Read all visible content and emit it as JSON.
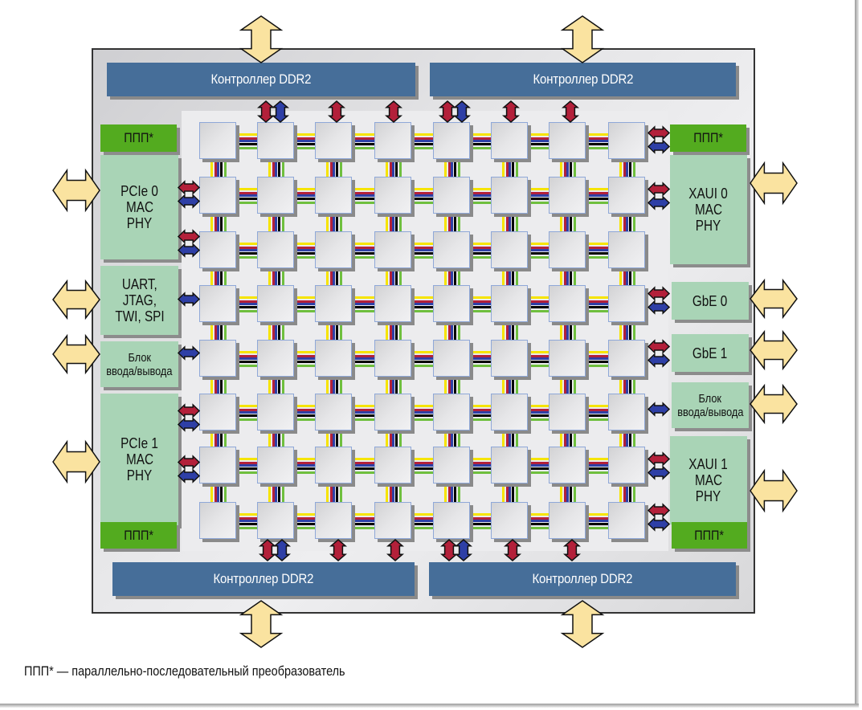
{
  "ddr_controllers": [
    {
      "id": "top-left",
      "label": "Контроллер DDR2"
    },
    {
      "id": "top-right",
      "label": "Контроллер DDR2"
    },
    {
      "id": "bottom-left",
      "label": "Контроллер DDR2"
    },
    {
      "id": "bottom-right",
      "label": "Контроллер DDR2"
    }
  ],
  "left_blocks": [
    {
      "id": "ppp-top-left",
      "label": "ППП*"
    },
    {
      "id": "pcie0",
      "lines": [
        "PCIe 0",
        "MAC",
        "PHY"
      ]
    },
    {
      "id": "uart",
      "lines": [
        "UART,",
        "JTAG,",
        "TWI, SPI"
      ]
    },
    {
      "id": "io-left",
      "lines": [
        "Блок",
        "ввода/вывода"
      ]
    },
    {
      "id": "pcie1",
      "lines": [
        "PCIe 1",
        "MAC",
        "PHY"
      ]
    },
    {
      "id": "ppp-bottom-left",
      "label": "ППП*"
    }
  ],
  "right_blocks": [
    {
      "id": "ppp-top-right",
      "label": "ППП*"
    },
    {
      "id": "xaui0",
      "lines": [
        "XAUI 0",
        "MAC",
        "PHY"
      ]
    },
    {
      "id": "gbe0",
      "lines": [
        "GbE 0"
      ]
    },
    {
      "id": "gbe1",
      "lines": [
        "GbE 1"
      ]
    },
    {
      "id": "io-right",
      "lines": [
        "Блок",
        "ввода/вывода"
      ]
    },
    {
      "id": "xaui1",
      "lines": [
        "XAUI 1",
        "MAC",
        "PHY"
      ]
    },
    {
      "id": "ppp-bottom-right",
      "label": "ППП*"
    }
  ],
  "mesh": {
    "rows": 8,
    "cols": 8,
    "bus_colors": [
      "#f6e400",
      "#b3203a",
      "#2e3fa6",
      "#000000",
      "#6fbf3e"
    ]
  },
  "colors": {
    "ddr": "#466e99",
    "block": "#a9d4b6",
    "ppp": "#53ab1f",
    "io_arrow": "#fae3a0",
    "red_link": "#b3203a",
    "blue_link": "#2e3fa6"
  },
  "footnote": "ППП* — параллельно-последовательный преобразователь"
}
